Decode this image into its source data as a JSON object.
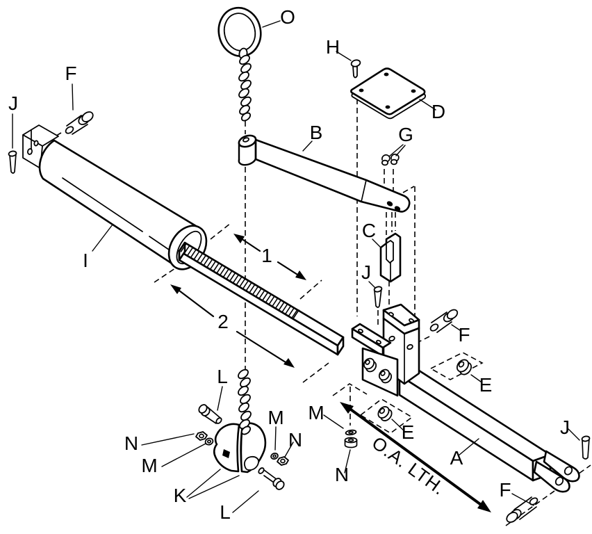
{
  "page": {
    "background": "#ffffff",
    "line_color": "#000000"
  },
  "diagram": {
    "type": "exploded-parts-diagram",
    "labels": [
      {
        "id": "part-o-ring",
        "text": "O"
      },
      {
        "id": "part-h-screw",
        "text": "H"
      },
      {
        "id": "part-d-plate",
        "text": "D"
      },
      {
        "id": "part-b-handle",
        "text": "B"
      },
      {
        "id": "part-g-screws",
        "text": "G"
      },
      {
        "id": "part-f-upper-left",
        "text": "F"
      },
      {
        "id": "part-j-upper-left",
        "text": "J"
      },
      {
        "id": "part-i-tube",
        "text": "I"
      },
      {
        "id": "dimension-1",
        "text": "1"
      },
      {
        "id": "dimension-2",
        "text": "2"
      },
      {
        "id": "part-c-clevis",
        "text": "C"
      },
      {
        "id": "part-j-center",
        "text": "J"
      },
      {
        "id": "part-f-center",
        "text": "F"
      },
      {
        "id": "part-e-upper",
        "text": "E"
      },
      {
        "id": "part-e-lower",
        "text": "E"
      },
      {
        "id": "part-a-beam",
        "text": "A"
      },
      {
        "id": "part-j-lower-right",
        "text": "J"
      },
      {
        "id": "part-f-lower-right",
        "text": "F"
      },
      {
        "id": "part-m-center",
        "text": "M"
      },
      {
        "id": "part-n-center",
        "text": "N"
      },
      {
        "id": "part-l-upper",
        "text": "L"
      },
      {
        "id": "part-n-left",
        "text": "N"
      },
      {
        "id": "part-m-left",
        "text": "M"
      },
      {
        "id": "part-k-wheel",
        "text": "K"
      },
      {
        "id": "part-l-lower",
        "text": "L"
      },
      {
        "id": "part-m-right",
        "text": "M"
      },
      {
        "id": "part-n-right",
        "text": "N"
      },
      {
        "id": "overall-length",
        "text": "O.A. LTH."
      }
    ]
  }
}
